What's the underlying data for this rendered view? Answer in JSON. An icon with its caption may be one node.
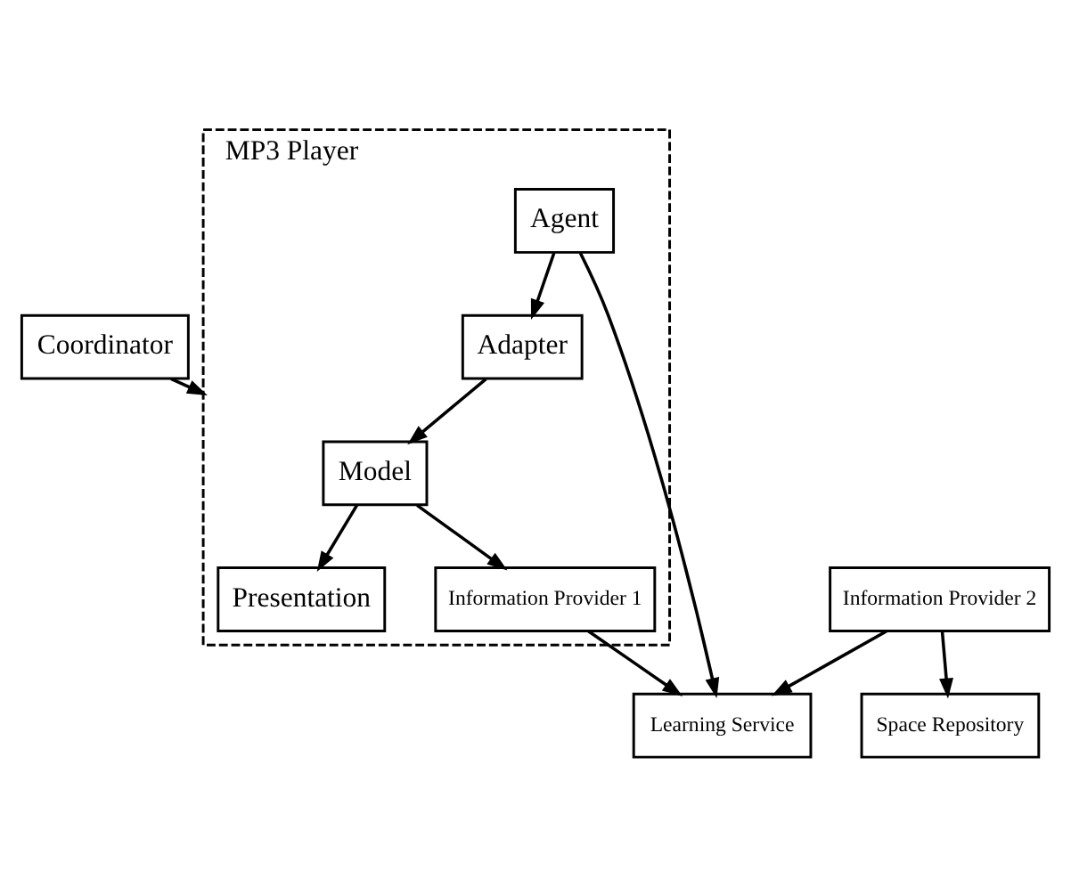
{
  "diagram": {
    "nodes": [
      {
        "text": [
          "Coordinator"
        ]
      },
      {
        "text": [
          "Learning Service"
        ]
      },
      {
        "text": [
          "MP3 Player"
        ]
      },
      {
        "text": [
          "Model"
        ],
        "in": 2
      },
      {
        "text": [
          "Space Repository"
        ]
      },
      {
        "text": [
          "Presentation"
        ],
        "in": 2
      },
      {
        "text": [
          "Information Provider 1"
        ],
        "in": 2
      },
      {
        "text": [
          "Information Provider 2"
        ]
      },
      {
        "text": [
          "Adapter"
        ],
        "in": 2
      },
      {
        "text": [
          "Agent"
        ],
        "in": 2
      }
    ],
    "edges": [
      {
        "from": 0,
        "to": 2,
        "arrow": "to"
      },
      {
        "from": 3,
        "to": 5,
        "arrow": "to"
      },
      {
        "from": 3,
        "to": 6,
        "arrow": "to"
      },
      {
        "from": 8,
        "to": 3,
        "arrow": "to"
      },
      {
        "from": 6,
        "to": 1,
        "arrow": "to"
      },
      {
        "from": 9,
        "to": 8,
        "arrow": "to"
      },
      {
        "from": 9,
        "to": 1,
        "arrow": "to"
      },
      {
        "from": 7,
        "to": 1,
        "arrow": "to"
      },
      {
        "from": 7,
        "to": 4,
        "arrow": "to"
      }
    ]
  }
}
